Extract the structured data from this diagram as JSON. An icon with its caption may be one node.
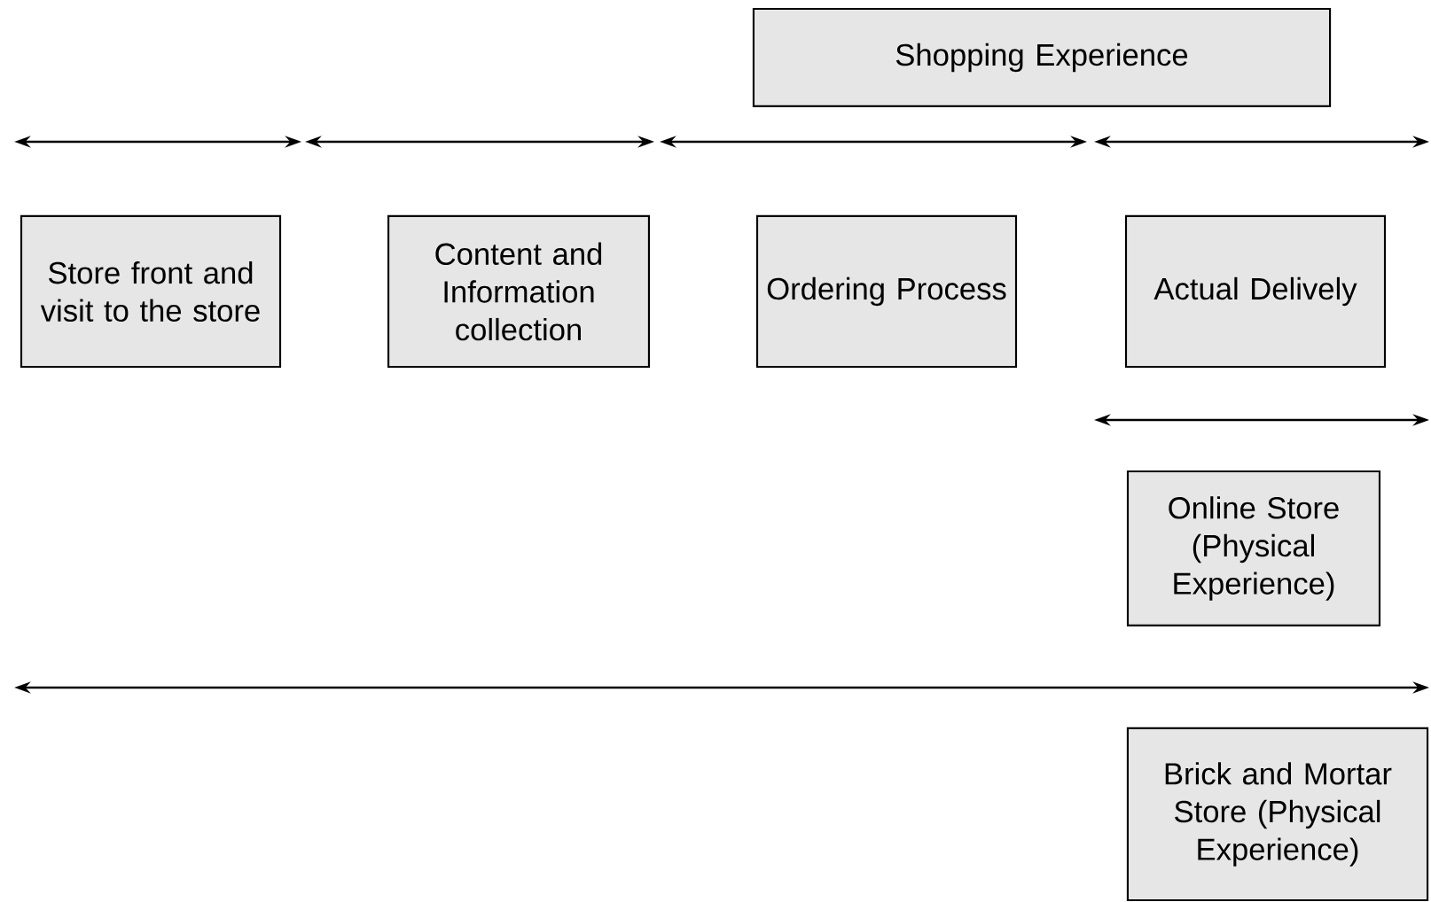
{
  "diagram": {
    "nodes": [
      {
        "text": [
          "Shopping Experience"
        ]
      },
      {
        "text": [
          "Store front and visit to the store"
        ]
      },
      {
        "text": [
          "Content and Information collection"
        ]
      },
      {
        "text": [
          "Ordering Process"
        ]
      },
      {
        "text": [
          "Actual Delively"
        ]
      },
      {
        "text": [
          "Online Store (Physical Experience)"
        ]
      },
      {
        "text": [
          "Brick and Mortar Store (Physical Experience)"
        ]
      }
    ]
  }
}
